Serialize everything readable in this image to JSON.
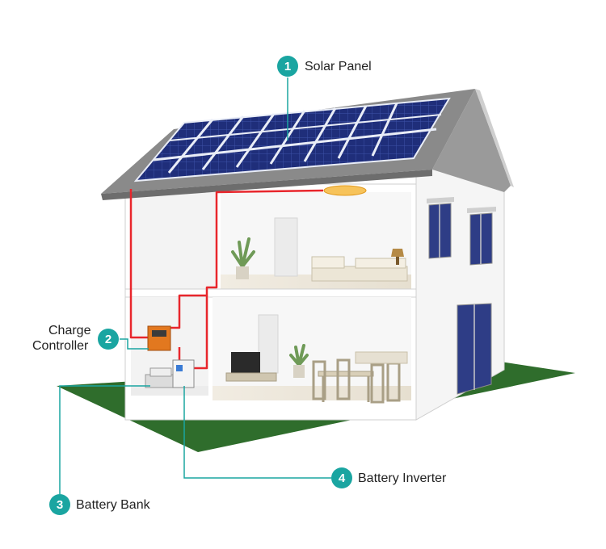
{
  "accent_color": "#1aa5a1",
  "wire_color": "#e8262c",
  "ground_color": "#2f6d2c",
  "callouts": [
    {
      "number": "1",
      "label_lines": [
        "Solar Panel"
      ]
    },
    {
      "number": "2",
      "label_lines": [
        "Charge",
        "Controller"
      ]
    },
    {
      "number": "3",
      "label_lines": [
        "Battery Bank"
      ]
    },
    {
      "number": "4",
      "label_lines": [
        "Battery Inverter"
      ]
    }
  ]
}
